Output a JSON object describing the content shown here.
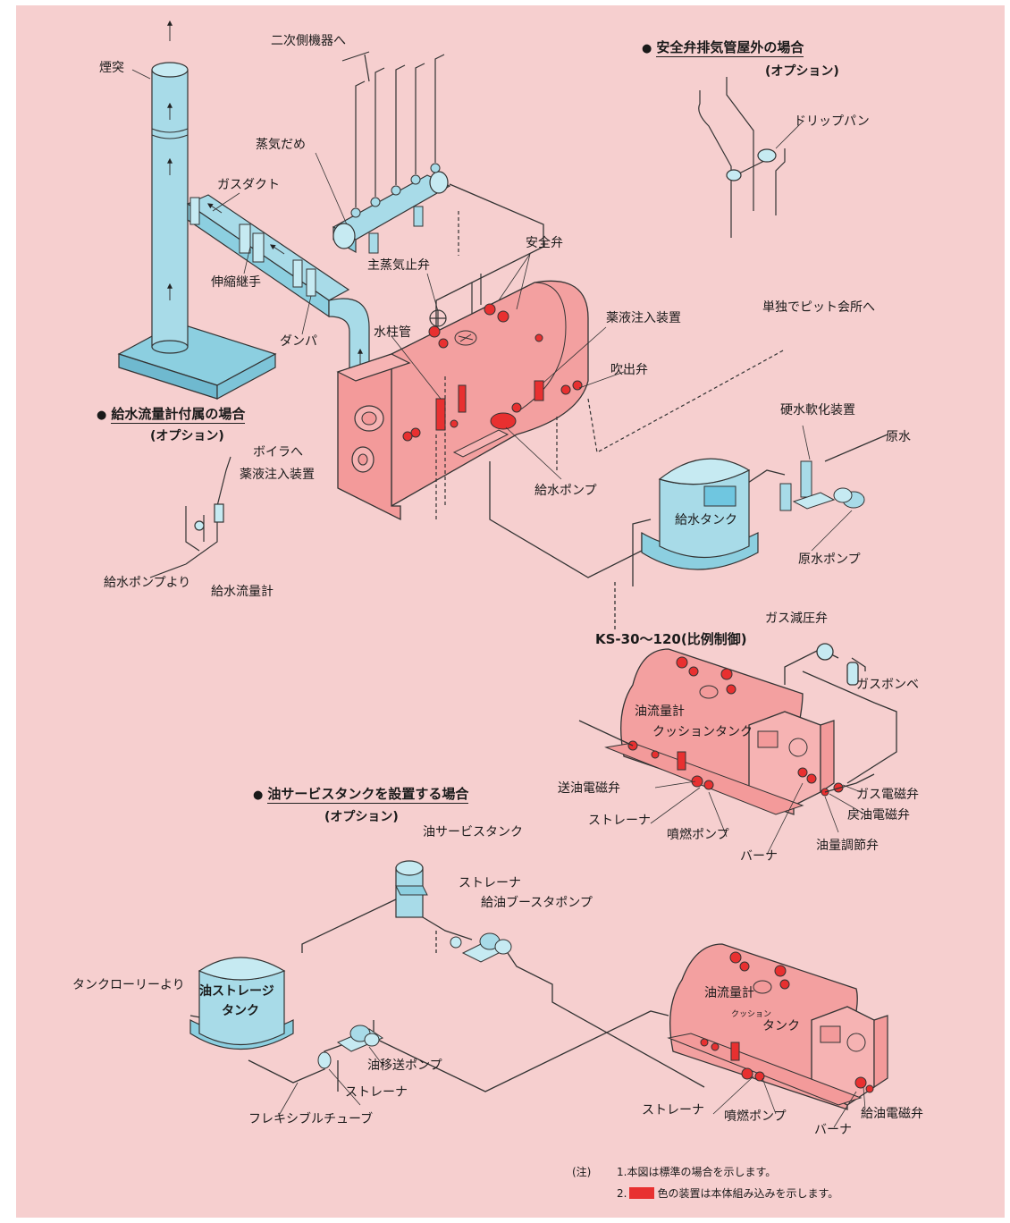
{
  "labels": {
    "chimney": "煙突",
    "secondary": "二次側機器へ",
    "steam_header": "蒸気だめ",
    "gas_duct": "ガスダクト",
    "expansion_joint": "伸縮継手",
    "damper": "ダンパ",
    "main_steam_valve": "主蒸気止弁",
    "safety_valve": "安全弁",
    "water_column": "水柱管",
    "chemical_injector": "薬液注入装置",
    "blow_valve": "吹出弁",
    "to_pit": "単独でピット会所へ",
    "feed_pump": "給水ポンプ",
    "softener": "硬水軟化装置",
    "raw_water": "原水",
    "feed_tank": "給水タンク",
    "raw_pump": "原水ポンプ"
  },
  "section_safety": {
    "title": "安全弁排気管屋外の場合",
    "option": "(オプション)",
    "drip_pan": "ドリップパン"
  },
  "section_flowmeter": {
    "title": "給水流量計付属の場合",
    "option": "(オプション)",
    "to_boiler": "ボイラへ",
    "chemical_injector": "薬液注入装置",
    "from_feed_pump": "給水ポンプより",
    "flowmeter": "給水流量計"
  },
  "section_ks": {
    "title": "KS-30～120(比例制御)",
    "gas_reducer": "ガス減圧弁",
    "gas_cylinder": "ガスボンベ",
    "oil_flowmeter": "油流量計",
    "cushion_tank": "クッションタンク",
    "oil_solenoid": "送油電磁弁",
    "strainer": "ストレーナ",
    "burner_pump": "噴燃ポンプ",
    "burner": "バーナ",
    "gas_solenoid": "ガス電磁弁",
    "return_solenoid": "戻油電磁弁",
    "oil_control": "油量調節弁"
  },
  "section_service": {
    "title": "油サービスタンクを設置する場合",
    "option": "(オプション)",
    "service_tank": "油サービスタンク",
    "strainer": "ストレーナ",
    "booster_pump": "給油ブースタポンプ",
    "from_lorry": "タンクローリーより",
    "storage_tank_1": "油ストレージ",
    "storage_tank_2": "タンク",
    "transfer_pump": "油移送ポンプ",
    "strainer2": "ストレーナ",
    "flexible_tube": "フレキシブルチューブ",
    "oil_flowmeter": "油流量計",
    "cushion": "クッション",
    "cushion_tank": "タンク",
    "strainer3": "ストレーナ",
    "burner_pump": "噴燃ポンプ",
    "burner": "バーナ",
    "feed_solenoid": "給油電磁弁"
  },
  "notes": {
    "prefix": "(注)",
    "note1": "1.本図は標準の場合を示します。",
    "note2_num": "2.",
    "note2_text": "色の装置は本体組み込みを示します。"
  },
  "colors": {
    "background": "#f6cfcf",
    "equipment_blue": "#a8dbe8",
    "boiler_pink": "#f3a0a0",
    "builtin_red": "#e83030"
  }
}
